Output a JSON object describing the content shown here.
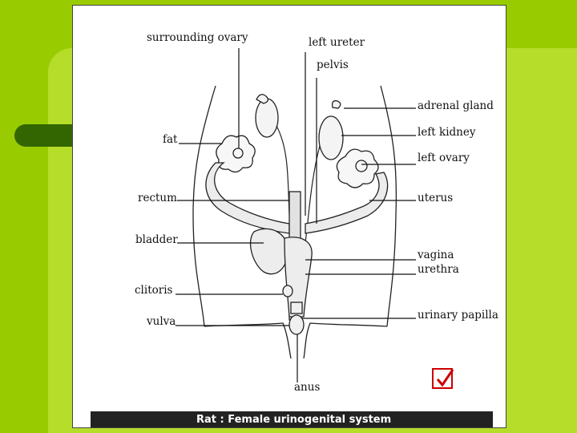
{
  "labels": {
    "surrounding_ovary": "surrounding ovary",
    "left_ureter": "left ureter",
    "pelvis": "pelvis",
    "adrenal_gland": "adrenal gland",
    "left_kidney": "left kidney",
    "fat": "fat",
    "left_ovary": "left ovary",
    "rectum": "rectum",
    "uterus": "uterus",
    "bladder": "bladder",
    "vagina": "vagina",
    "urethra": "urethra",
    "clitoris": "clitoris",
    "urinary_papilla": "urinary papilla",
    "vulva": "vulva",
    "anus": "anus"
  },
  "caption": "Rat : Female urinogenital system",
  "colors": {
    "background": "#99cc00",
    "dark_bar": "#336600",
    "checkbox_border": "#cc0000",
    "caption_bar": "#222222"
  },
  "icons": {
    "checkbox": "checkmark-icon"
  }
}
